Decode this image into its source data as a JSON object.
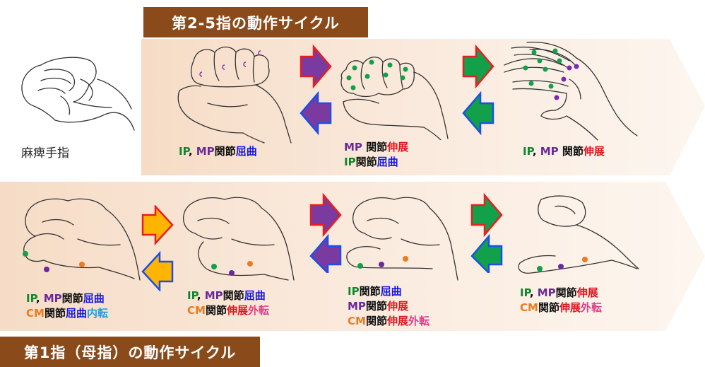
{
  "top_title": "第2-5指の動作サイクル",
  "bottom_title": "第1指（母指）の動作サイクル",
  "paralyzed_label": "麻痺手指",
  "colors": {
    "green": "#0a8a2a",
    "purple": "#6a2a9a",
    "blue": "#1515e0",
    "red": "#e0141e",
    "orange": "#ee7a20",
    "cyan": "#1aa0e0",
    "pink": "#e23a8a",
    "title_bg": "#8B4A1A"
  },
  "top_captions": {
    "c1": {
      "a": "IP",
      "sep": ", ",
      "b": "MP",
      "c": "関節",
      "d": "屈曲"
    },
    "c2": {
      "l1a": "MP ",
      "l1b": "関節",
      "l1c": "伸展",
      "l2a": "IP",
      "l2b": "関節",
      "l2c": "屈曲"
    },
    "c3": {
      "a": "IP",
      "sep": ", ",
      "b": "MP ",
      "c": "関節",
      "d": "伸展"
    }
  },
  "bottom_captions": {
    "c1": {
      "l1a": "IP",
      "l1sep": ", ",
      "l1b": "MP",
      "l1c": "関節",
      "l1d": "屈曲",
      "l2a": "CM",
      "l2b": "関節",
      "l2c": "屈曲",
      "l2d": "内転"
    },
    "c2": {
      "l1a": "IP",
      "l1sep": ", ",
      "l1b": "MP",
      "l1c": "関節",
      "l1d": "屈曲",
      "l2a": "CM",
      "l2b": "関節",
      "l2c": "伸展",
      "l2d": "外転"
    },
    "c3": {
      "l1a": "IP",
      "l1b": "関節",
      "l1c": "屈曲",
      "l2a": "MP",
      "l2b": "関節",
      "l2c": "伸展",
      "l3a": "CM",
      "l3b": "関節",
      "l3c": "伸展",
      "l3d": "外転"
    },
    "c4": {
      "l1a": "IP",
      "l1sep": ", ",
      "l1b": "MP",
      "l1c": "関節",
      "l1d": "伸展",
      "l2a": "CM",
      "l2b": "関節",
      "l2c": "伸展",
      "l2d": "外転"
    }
  }
}
